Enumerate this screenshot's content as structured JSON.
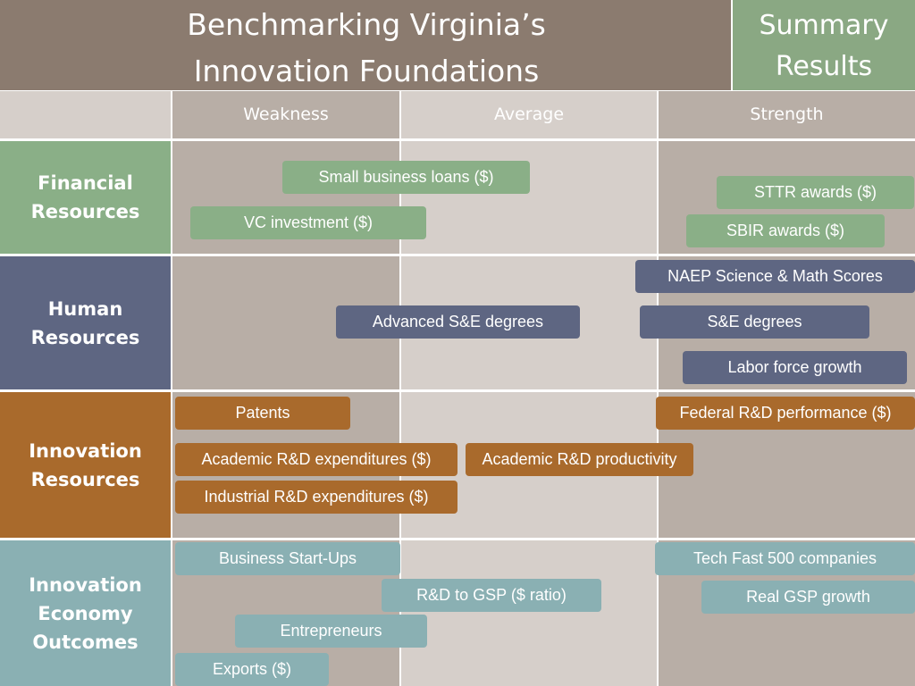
{
  "title": "Benchmarking Virginia’s Innovation Foundations",
  "summary": "Summary Results",
  "columns": [
    "Weakness",
    "Average",
    "Strength"
  ],
  "colors": {
    "financial": "#8aaf87",
    "human": "#5e6682",
    "innovation_resources": "#a96a2c",
    "outcomes": "#8ab0b3",
    "title_band": "#8b7b6f",
    "summary_band": "#8aa883"
  },
  "rows": [
    {
      "label": "Financial Resources",
      "items": [
        "Small business loans ($)",
        "VC investment ($)",
        "STTR awards ($)",
        "SBIR awards ($)"
      ]
    },
    {
      "label": "Human Resources",
      "items": [
        "NAEP Science & Math Scores",
        "Advanced S&E degrees",
        "S&E degrees",
        "Labor force growth"
      ]
    },
    {
      "label": "Innovation Resources",
      "items": [
        "Patents",
        "Federal R&D performance ($)",
        "Academic R&D expenditures ($)",
        "Academic R&D productivity",
        "Industrial R&D expenditures ($)"
      ]
    },
    {
      "label": "Innovation Economy Outcomes",
      "items": [
        "Business Start-Ups",
        "Tech Fast 500 companies",
        "R&D to GSP ($ ratio)",
        "Real GSP growth",
        "Entrepreneurs",
        "Exports ($)"
      ]
    }
  ]
}
